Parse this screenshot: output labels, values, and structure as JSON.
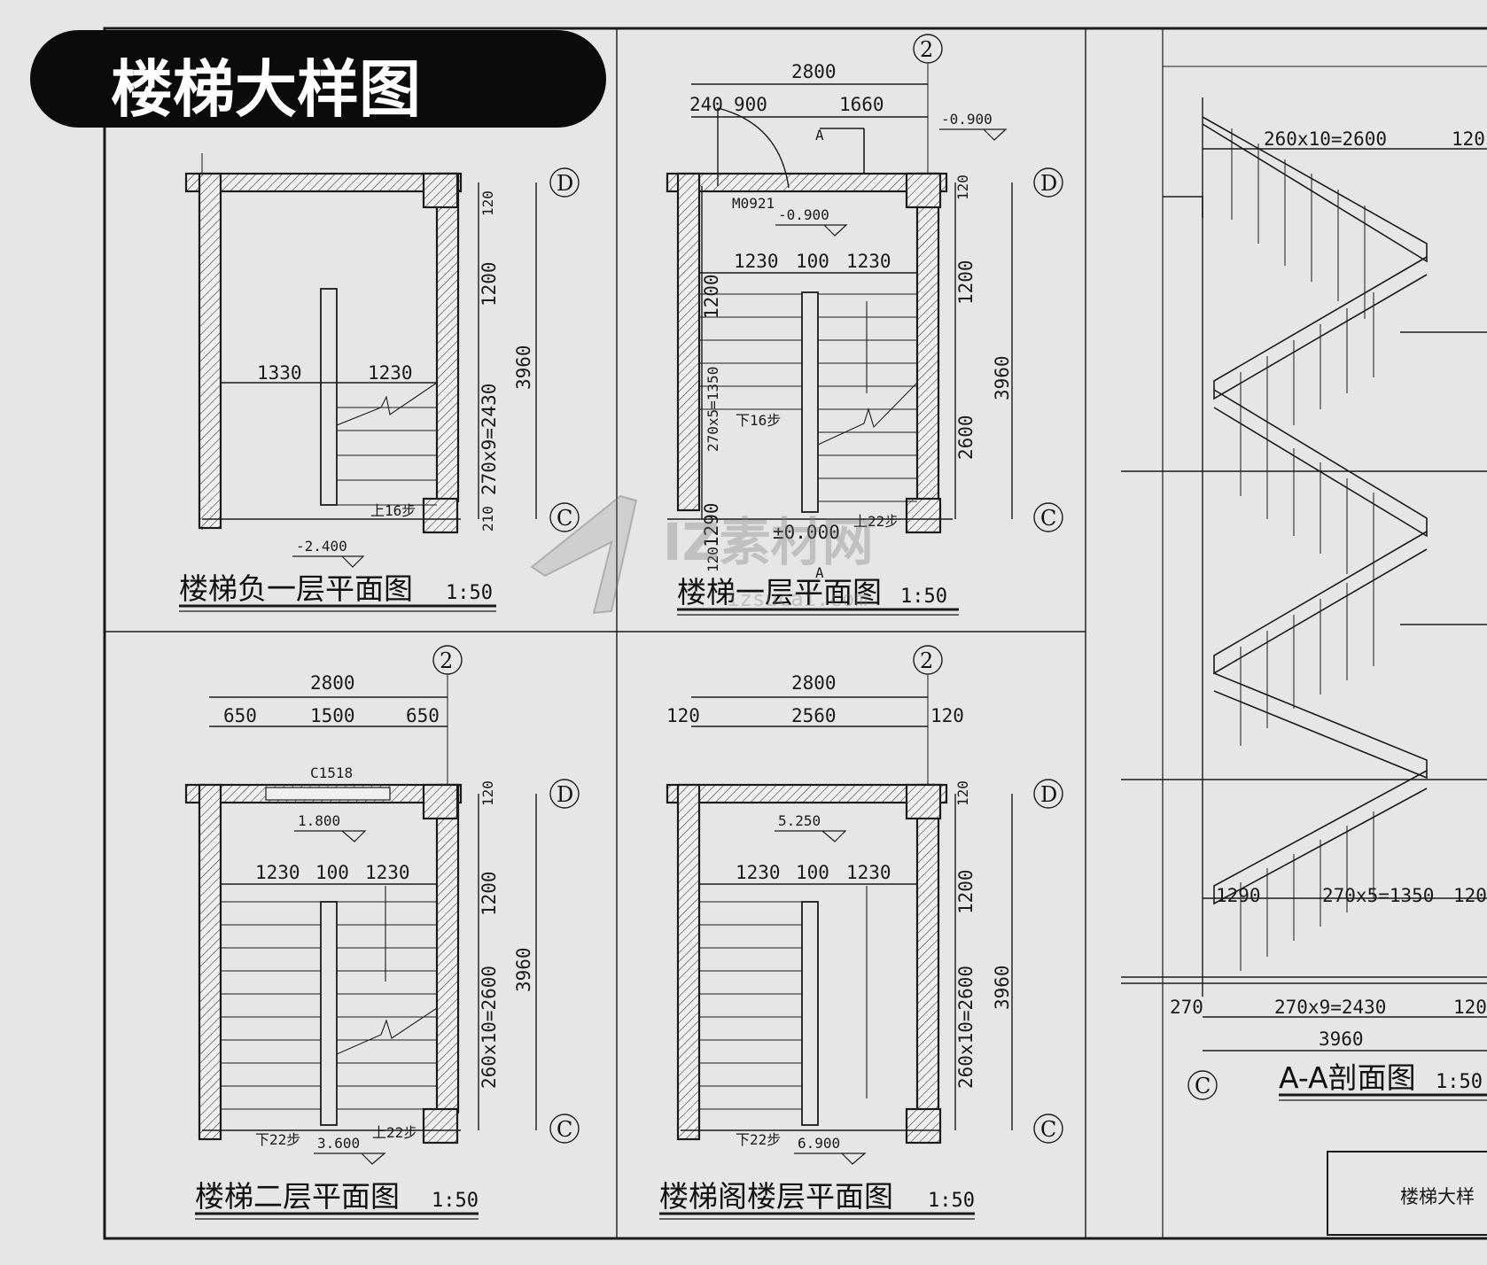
{
  "banner": {
    "title": "楼梯大样图"
  },
  "watermark": {
    "text": "IZ素材网",
    "url": "izsucai.com"
  },
  "plans": [
    {
      "caption": "楼梯负一层平面图",
      "scale": "1:50",
      "axis_top": "D",
      "axis_bottom": "C",
      "dims": {
        "w1": "1330",
        "w2": "1230",
        "r_top": "120",
        "r_1": "1200",
        "r_2": "270x9=2430",
        "r_3": "210",
        "r_total": "3960"
      },
      "notes": {
        "updown": "上16步",
        "elev": "-2.400"
      }
    },
    {
      "caption": "楼梯一层平面图",
      "scale": "1:50",
      "axis_num": "2",
      "axis_top": "D",
      "axis_bottom": "C",
      "dims": {
        "top_total": "2800",
        "t1": "240",
        "t2": "900",
        "t3": "1660",
        "in1": "1230",
        "in2": "100",
        "in3": "1230",
        "l_1": "1200",
        "l_2": "270x5=1350",
        "l_3": "1290",
        "l_4": "120",
        "r_top": "120",
        "r_1": "1200",
        "r_2": "2600",
        "r_total": "3960"
      },
      "notes": {
        "door": "M0921",
        "elev_top": "-0.900",
        "elev_in": "-0.900",
        "down": "下16步",
        "up": "上22步",
        "elev": "±0.000",
        "section": "A"
      }
    },
    {
      "caption": "楼梯二层平面图",
      "scale": "1:50",
      "axis_num": "2",
      "axis_top": "D",
      "axis_bottom": "C",
      "dims": {
        "top_total": "2800",
        "t1": "650",
        "t2": "1500",
        "t3": "650",
        "in1": "1230",
        "in2": "100",
        "in3": "1230",
        "r_top": "120",
        "r_1": "1200",
        "r_2": "260x10=2600",
        "r_total": "3960"
      },
      "notes": {
        "window": "C1518",
        "elev_in": "1.800",
        "down": "下22步",
        "up": "上22步",
        "elev": "3.600"
      }
    },
    {
      "caption": "楼梯阁楼层平面图",
      "scale": "1:50",
      "axis_num": "2",
      "axis_top": "D",
      "axis_bottom": "C",
      "dims": {
        "top_total": "2800",
        "t1": "120",
        "t2": "2560",
        "t3": "120",
        "in1": "1230",
        "in2": "100",
        "in3": "1230",
        "r_top": "120",
        "r_1": "1200",
        "r_2": "260x10=2600",
        "r_total": "3960"
      },
      "notes": {
        "elev_in": "5.250",
        "down": "下22步",
        "elev": "6.900"
      }
    }
  ],
  "section": {
    "caption": "A-A剖面图",
    "scale": "1:50",
    "axis": "C",
    "dims": {
      "top": "260x10=2600",
      "top_r": "120",
      "b1": "1290",
      "b2": "270x5=1350",
      "b_r": "120",
      "bot_l": "270",
      "bot_m": "270x9=2430",
      "bot_r": "120",
      "total": "3960"
    }
  },
  "title_block": {
    "text": "楼梯大样"
  }
}
